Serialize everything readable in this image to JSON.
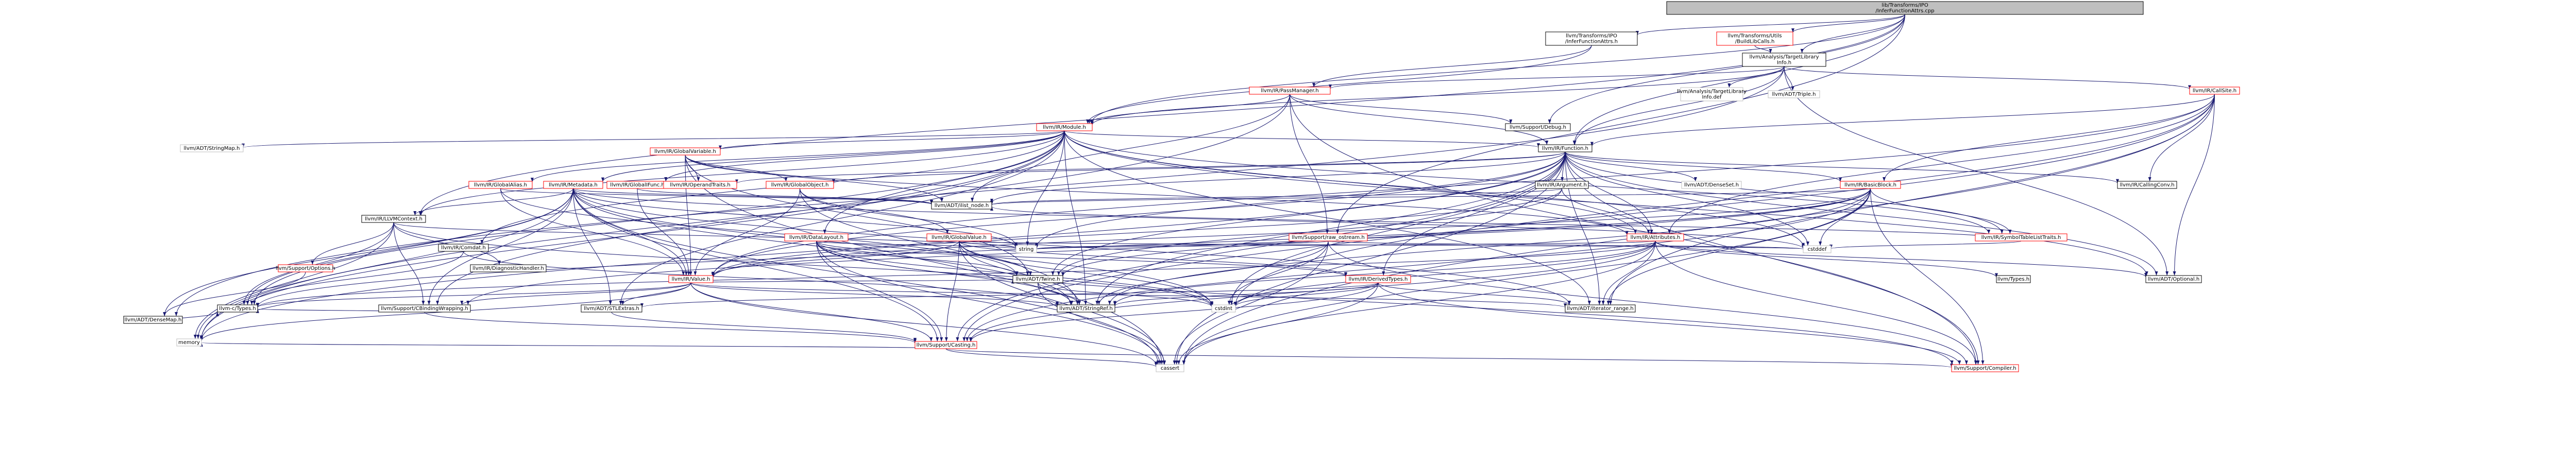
{
  "colors": {
    "root_fill": "#bfbfbf",
    "node_fill": "#ffffff",
    "node_border_black": "#000000",
    "node_border_red": "#ff0000",
    "node_border_gray": "#bfbfbf",
    "edge": "#191970"
  },
  "nodes": [
    {
      "id": "root",
      "lines": [
        "lib/Transforms/IPO",
        "/InferFunctionAttrs.cpp"
      ],
      "style": "root"
    },
    {
      "id": "ifa_h",
      "lines": [
        "llvm/Transforms/IPO",
        "/InferFunctionAttrs.h"
      ],
      "style": "black"
    },
    {
      "id": "buildlibcalls",
      "lines": [
        "llvm/Transforms/Utils",
        "/BuildLibCalls.h"
      ],
      "style": "red"
    },
    {
      "id": "tli",
      "lines": [
        "llvm/Analysis/TargetLibrary",
        "Info.h"
      ],
      "style": "black"
    },
    {
      "id": "passmanager",
      "lines": [
        "llvm/IR/PassManager.h"
      ],
      "style": "red"
    },
    {
      "id": "tli_def",
      "lines": [
        "llvm/Analysis/TargetLibrary",
        "Info.def"
      ],
      "style": "gray"
    },
    {
      "id": "triple",
      "lines": [
        "llvm/ADT/Triple.h"
      ],
      "style": "gray"
    },
    {
      "id": "callsite",
      "lines": [
        "llvm/IR/CallSite.h"
      ],
      "style": "red"
    },
    {
      "id": "module",
      "lines": [
        "llvm/IR/Module.h"
      ],
      "style": "red"
    },
    {
      "id": "debug",
      "lines": [
        "llvm/Support/Debug.h"
      ],
      "style": "black"
    },
    {
      "id": "stringmap",
      "lines": [
        "llvm/ADT/StringMap.h"
      ],
      "style": "gray"
    },
    {
      "id": "function",
      "lines": [
        "llvm/IR/Function.h"
      ],
      "style": "black"
    },
    {
      "id": "globalvariable",
      "lines": [
        "llvm/IR/GlobalVariable.h"
      ],
      "style": "red"
    },
    {
      "id": "metadata",
      "lines": [
        "llvm/IR/Metadata.h"
      ],
      "style": "red"
    },
    {
      "id": "globalalias",
      "lines": [
        "llvm/IR/GlobalAlias.h"
      ],
      "style": "red"
    },
    {
      "id": "globalifunc",
      "lines": [
        "llvm/IR/GlobalIFunc.h"
      ],
      "style": "red"
    },
    {
      "id": "operandtraits",
      "lines": [
        "llvm/IR/OperandTraits.h"
      ],
      "style": "red"
    },
    {
      "id": "globalobject",
      "lines": [
        "llvm/IR/GlobalObject.h"
      ],
      "style": "red"
    },
    {
      "id": "argument",
      "lines": [
        "llvm/IR/Argument.h"
      ],
      "style": "black"
    },
    {
      "id": "densetset",
      "lines": [
        "llvm/ADT/DenseSet.h"
      ],
      "style": "gray"
    },
    {
      "id": "basicblock",
      "lines": [
        "llvm/IR/BasicBlock.h"
      ],
      "style": "red"
    },
    {
      "id": "callingconv",
      "lines": [
        "llvm/IR/CallingConv.h"
      ],
      "style": "black"
    },
    {
      "id": "llvmcontext",
      "lines": [
        "llvm/IR/LLVMContext.h"
      ],
      "style": "black"
    },
    {
      "id": "comdat",
      "lines": [
        "llvm/IR/Comdat.h"
      ],
      "style": "black"
    },
    {
      "id": "datalayout",
      "lines": [
        "llvm/IR/DataLayout.h"
      ],
      "style": "red"
    },
    {
      "id": "globalvalue",
      "lines": [
        "llvm/IR/GlobalValue.h"
      ],
      "style": "red"
    },
    {
      "id": "raw_ostream",
      "lines": [
        "llvm/Support/raw_ostream.h"
      ],
      "style": "red"
    },
    {
      "id": "attributes",
      "lines": [
        "llvm/IR/Attributes.h"
      ],
      "style": "red"
    },
    {
      "id": "symboltable",
      "lines": [
        "llvm/IR/SymbolTableListTraits.h"
      ],
      "style": "red"
    },
    {
      "id": "ilist_node",
      "lines": [
        "llvm/ADT/ilist_node.h"
      ],
      "style": "black"
    },
    {
      "id": "supportoptions",
      "lines": [
        "llvm/Support/Options.h"
      ],
      "style": "red"
    },
    {
      "id": "diaghandler",
      "lines": [
        "llvm/IR/DiagnosticHandler.h"
      ],
      "style": "black"
    },
    {
      "id": "string",
      "lines": [
        "string"
      ],
      "style": "gray"
    },
    {
      "id": "value",
      "lines": [
        "llvm/IR/Value.h"
      ],
      "style": "red"
    },
    {
      "id": "twine",
      "lines": [
        "llvm/ADT/Twine.h"
      ],
      "style": "black"
    },
    {
      "id": "derivedtypes",
      "lines": [
        "llvm/IR/DerivedTypes.h"
      ],
      "style": "red"
    },
    {
      "id": "cstddef",
      "lines": [
        "cstddef"
      ],
      "style": "gray"
    },
    {
      "id": "llvmtypes",
      "lines": [
        "llvm/Types.h"
      ],
      "style": "black"
    },
    {
      "id": "optional",
      "lines": [
        "llvm/ADT/Optional.h"
      ],
      "style": "black"
    },
    {
      "id": "densemap",
      "lines": [
        "llvm/ADT/DenseMap.h"
      ],
      "style": "black"
    },
    {
      "id": "cbinding",
      "lines": [
        "llvm/Support/CBindingWrapping.h"
      ],
      "style": "black"
    },
    {
      "id": "stlextras",
      "lines": [
        "llvm/ADT/STLExtras.h"
      ],
      "style": "black"
    },
    {
      "id": "stringref",
      "lines": [
        "llvm/ADT/StringRef.h"
      ],
      "style": "black"
    },
    {
      "id": "cstdint",
      "lines": [
        "cstdint"
      ],
      "style": "gray"
    },
    {
      "id": "iterator_range",
      "lines": [
        "llvm/ADT/iterator_range.h"
      ],
      "style": "black"
    },
    {
      "id": "ctypes",
      "lines": [
        "llvm-c/Types.h"
      ],
      "style": "black"
    },
    {
      "id": "casting",
      "lines": [
        "llvm/Support/Casting.h"
      ],
      "style": "red"
    },
    {
      "id": "memory",
      "lines": [
        "memory"
      ],
      "style": "gray"
    },
    {
      "id": "cassert",
      "lines": [
        "cassert"
      ],
      "style": "gray"
    },
    {
      "id": "compiler",
      "lines": [
        "llvm/Support/Compiler.h"
      ],
      "style": "red"
    }
  ]
}
